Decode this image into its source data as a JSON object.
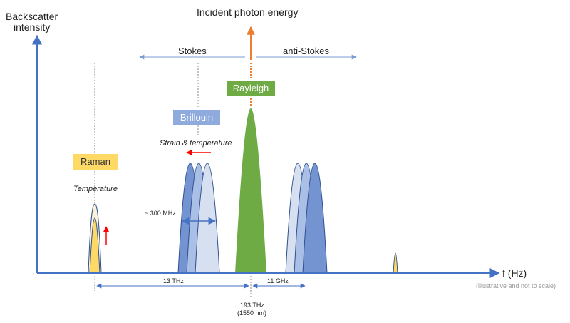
{
  "title": "Incident photon energy",
  "y_axis_label_line1": "Backscatter",
  "y_axis_label_line2": "intensity",
  "x_axis_label": "f (Hz)",
  "note": "(illustrative and not to scale)",
  "stokes_label": "Stokes",
  "anti_stokes_label": "anti-Stokes",
  "rayleigh": {
    "label": "Rayleigh",
    "color": "#6fab45"
  },
  "brillouin": {
    "label": "Brillouin",
    "sub": "Strain & temperature",
    "color": "#8faadc"
  },
  "raman": {
    "label": "Raman",
    "sub": "Temperature",
    "color": "#ffd966"
  },
  "bandwidth_label": "~ 300 MHz",
  "dim_raman": "13 THz",
  "dim_brillouin": "11 GHz",
  "center_freq": "193 THz",
  "center_wavelength": "(1550 nm)",
  "colors": {
    "axis": "#4472c4",
    "incident_arrow": "#ed7d31",
    "shift_arrow": "#ff0000",
    "brillouin_dark": "#7393d1",
    "brillouin_mid": "#aabfe5",
    "brillouin_light": "#d6e0f1"
  }
}
